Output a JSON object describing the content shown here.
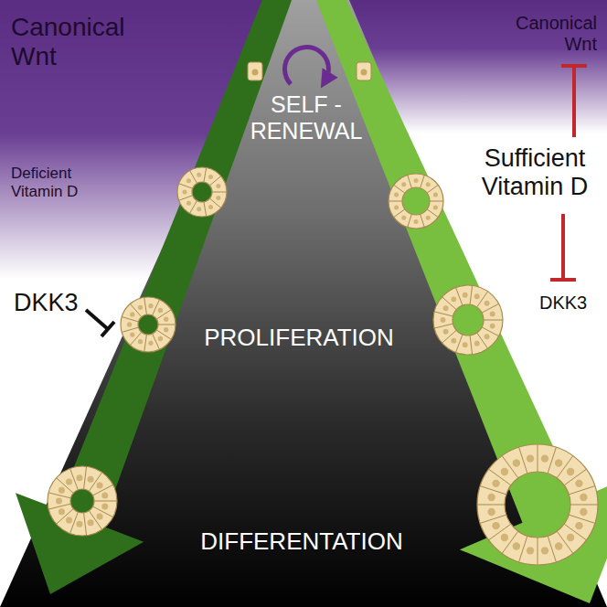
{
  "diagram": {
    "labels": [
      "Canonical Wnt",
      "Canonical Wnt",
      "SELF - RENEWAL",
      "Deficient Vitamin D",
      "Sufficient Vitamin D",
      "DKK3",
      "PROLIFERATION",
      "DKK3",
      "DIFFERENTATION"
    ]
  }
}
